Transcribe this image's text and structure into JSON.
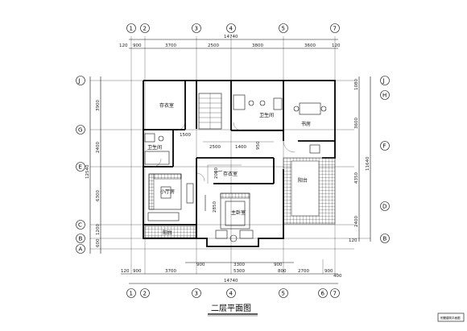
{
  "drawing": {
    "title": "二层平面图",
    "stamp": "别墅建筑平面图"
  },
  "axes": {
    "top": [
      "1",
      "2",
      "3",
      "4",
      "5",
      "7"
    ],
    "bottom": [
      "1",
      "2",
      "3",
      "4",
      "5",
      "6",
      "7"
    ],
    "left": [
      "J",
      "G",
      "E",
      "C",
      "B",
      "A"
    ],
    "right": [
      "J",
      "H",
      "F",
      "D",
      "B"
    ]
  },
  "dimensions": {
    "top_total": "14740",
    "top_segments": [
      "120",
      "900",
      "3700",
      "2500",
      "3800",
      "3600",
      "120"
    ],
    "bottom_segments_inner": [
      "900",
      "3300",
      "900"
    ],
    "bottom_segments": [
      "120",
      "900",
      "3700",
      "5300",
      "800",
      "2700",
      "900",
      "400"
    ],
    "bottom_total": "14740",
    "left_segments": [
      "3900",
      "2400",
      "6300",
      "1200",
      "600",
      "120"
    ],
    "left_total": "12540",
    "right_segments": [
      "3600",
      "4350",
      "2400",
      "120"
    ],
    "right_top": "1080",
    "right_top2": "120",
    "right_total": "11640",
    "interior": [
      "1500",
      "2500",
      "1400",
      "2000",
      "2850",
      "950"
    ]
  },
  "rooms": {
    "closet_nw": "存衣室",
    "bath_west": "卫生间",
    "bath_east": "卫生间",
    "study": "书房",
    "closet_mid": "存衣室",
    "small_living": "小厅房",
    "balcony_e": "阳台",
    "master": "主卧室",
    "balcony_s": "阳台"
  }
}
